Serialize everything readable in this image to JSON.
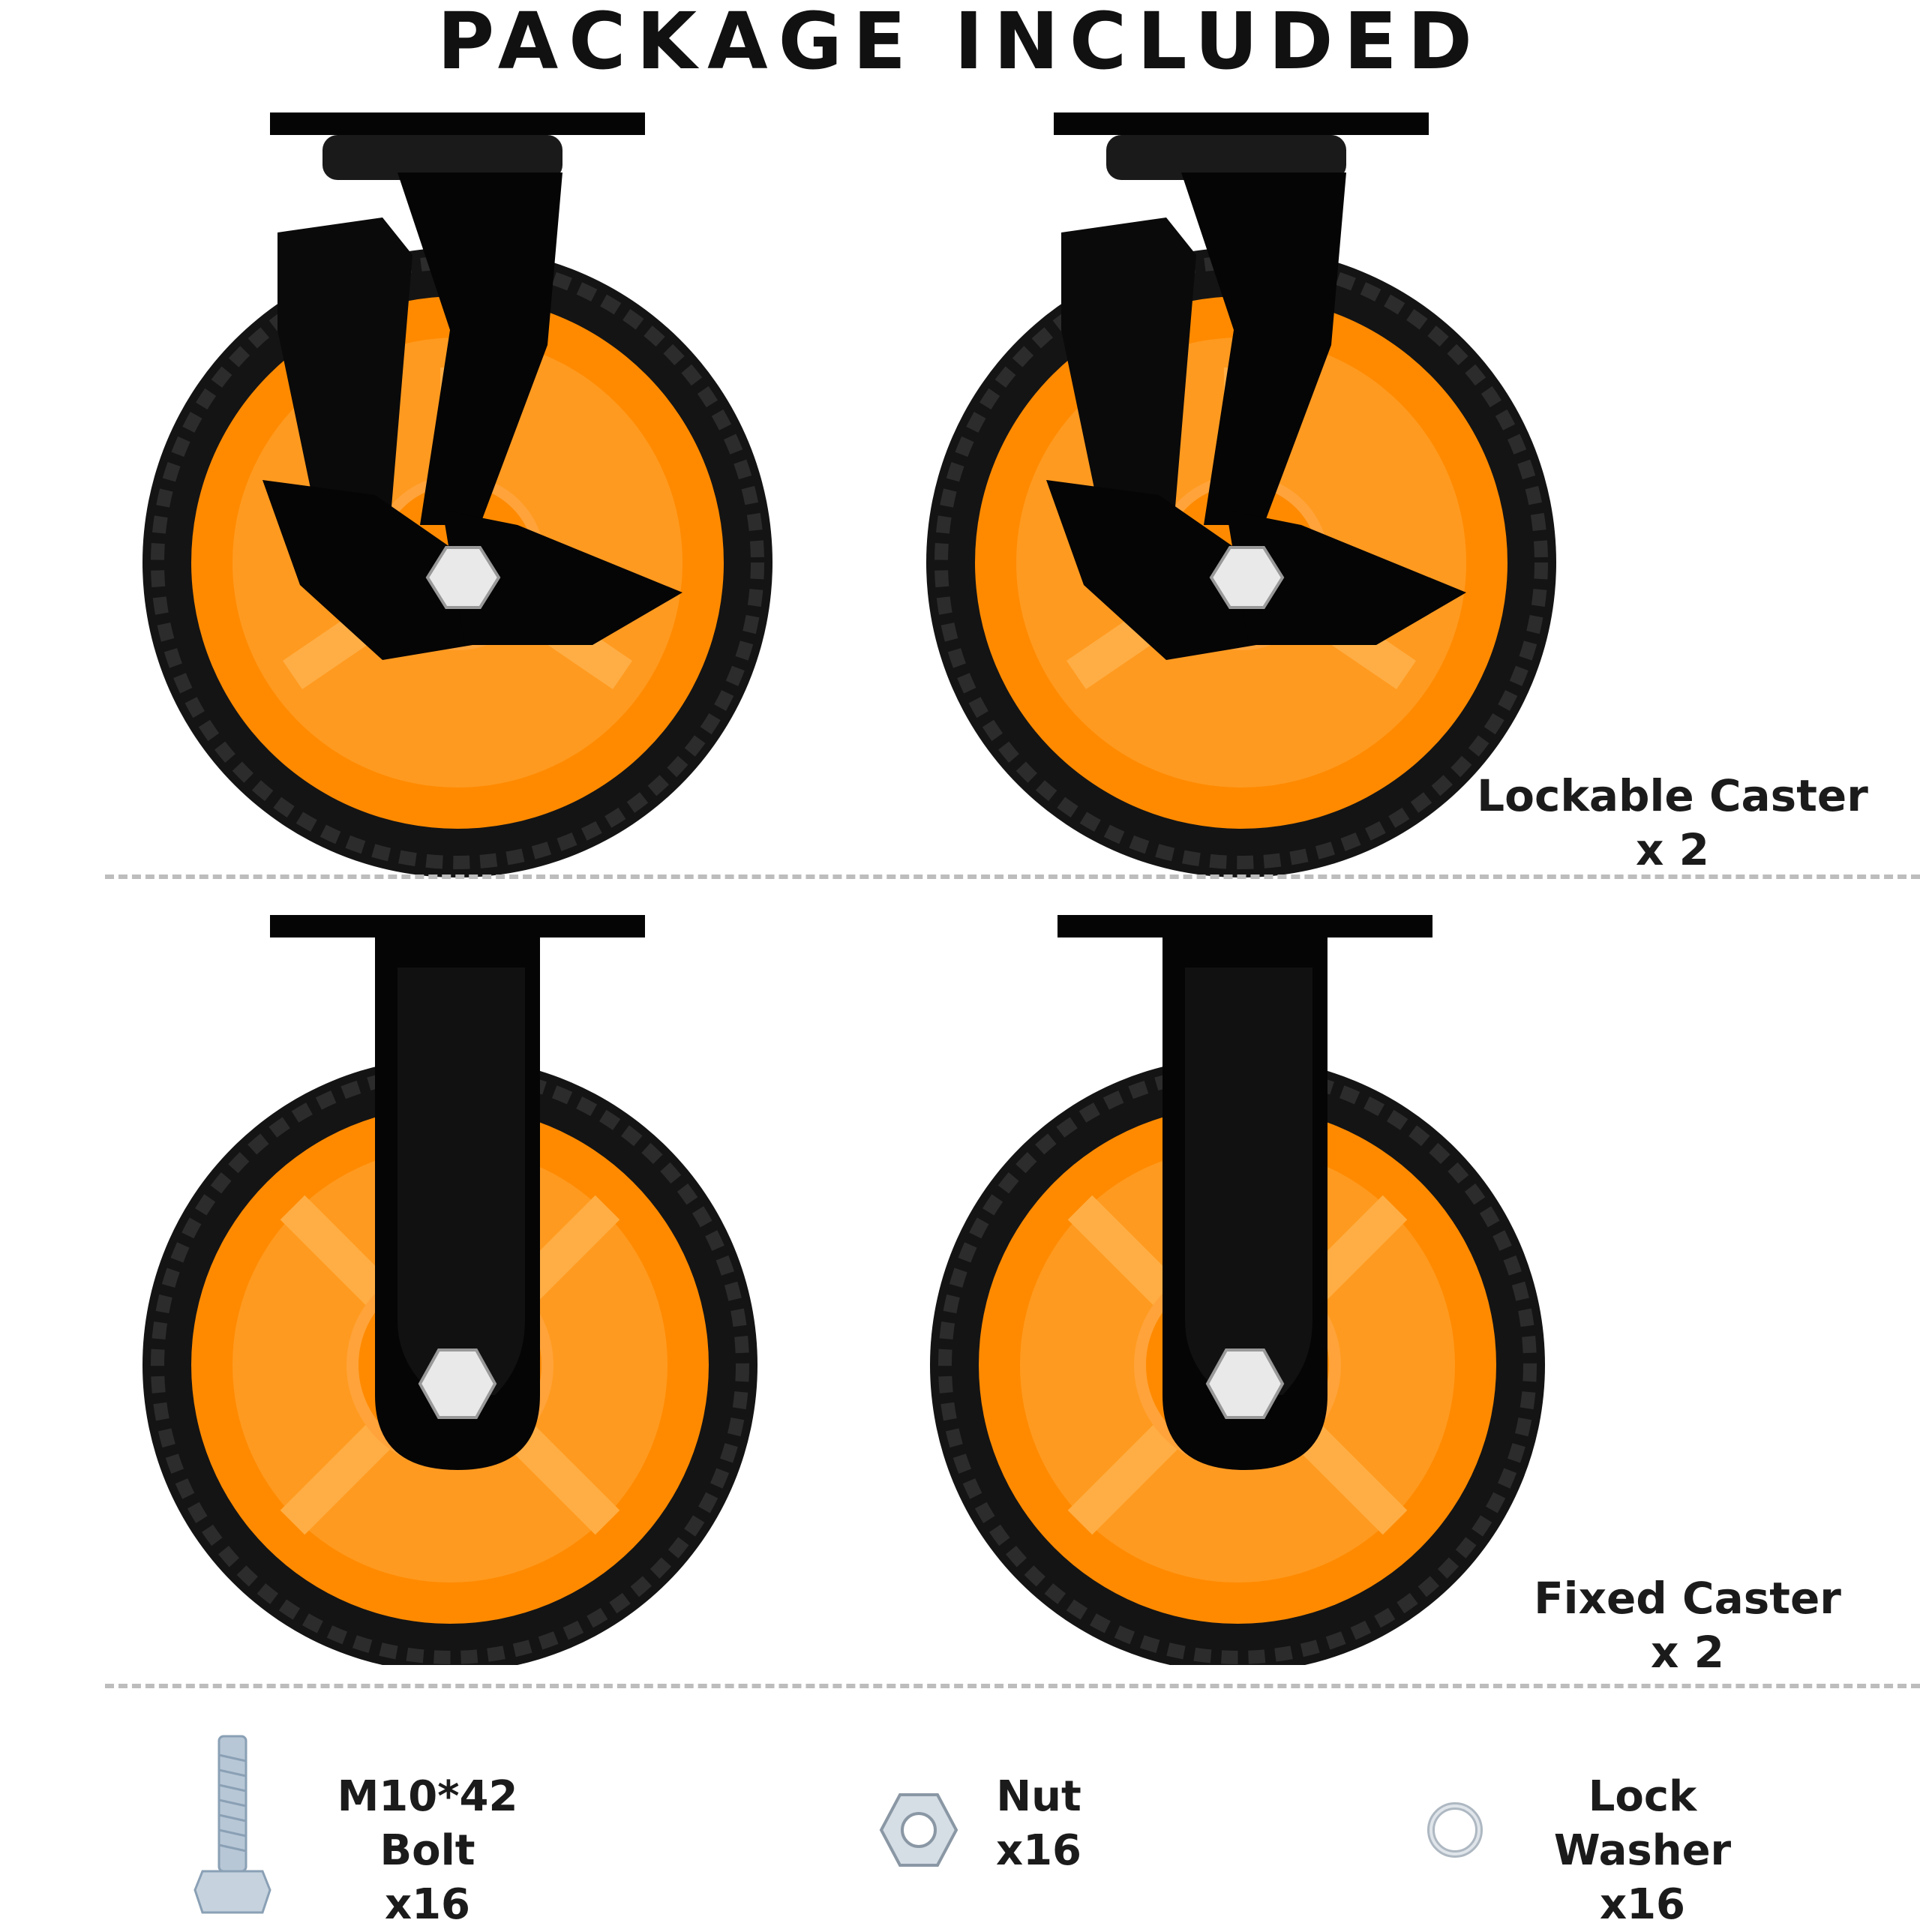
{
  "title": "PACKAGE INCLUDED",
  "colors": {
    "wheel_hub": "#ff8a00",
    "tire": "#141414",
    "bracket": "#050505",
    "divider": "#bdbdbd",
    "bolt": "#b8c7d6"
  },
  "lockable": {
    "name": "Lockable Caster",
    "qty": "x 2"
  },
  "fixed": {
    "name": "Fixed Caster",
    "qty": "x 2"
  },
  "hardware": [
    {
      "name": "M10*42 Bolt",
      "qty": "x16",
      "icon": "bolt-icon"
    },
    {
      "name": "Nut",
      "qty": "x16",
      "icon": "hex-nut-icon"
    },
    {
      "name": "Lock Washer",
      "qty": "x16",
      "icon": "lock-washer-icon"
    }
  ]
}
